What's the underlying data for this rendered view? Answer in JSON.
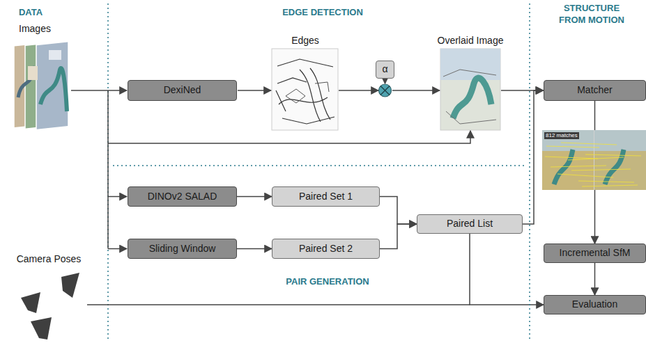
{
  "diagram": {
    "nodes": [
      {
        "text": [
          "DexiNed"
        ]
      },
      {
        "text": [
          "α"
        ]
      },
      {
        "text": [
          "Matcher"
        ]
      },
      {
        "text": [
          "DINOv2 SALAD"
        ]
      },
      {
        "text": [
          "Paired Set 1"
        ]
      },
      {
        "text": [
          "Paired List"
        ]
      },
      {
        "text": [
          "Incremental SfM"
        ]
      },
      {
        "text": [
          "Sliding Window"
        ]
      },
      {
        "text": [
          "Paired Set 2"
        ]
      },
      {
        "text": [
          "Evaluation"
        ]
      }
    ],
    "edges": [
      {
        "from": 3,
        "to": 4,
        "arrow": "to"
      },
      {
        "from": 7,
        "to": 8,
        "arrow": "to"
      },
      {
        "from": 4,
        "to": 5,
        "arrow": "to"
      },
      {
        "from": 8,
        "to": 5,
        "arrow": "to"
      },
      {
        "from": 5,
        "to": 2,
        "arrow": "to"
      },
      {
        "from": 2,
        "to": 6,
        "arrow": "to"
      },
      {
        "from": 6,
        "to": 9,
        "arrow": "to"
      },
      {
        "from": 5,
        "to": 9,
        "arrow": "to"
      }
    ],
    "labels": [
      "DATA",
      "Images",
      "EDGE DETECTION",
      "Edges",
      "Overlaid Image",
      "STRUCTURE FROM MOTION",
      "812 matches",
      "PAIR GENERATION",
      "Camera Poses"
    ]
  }
}
